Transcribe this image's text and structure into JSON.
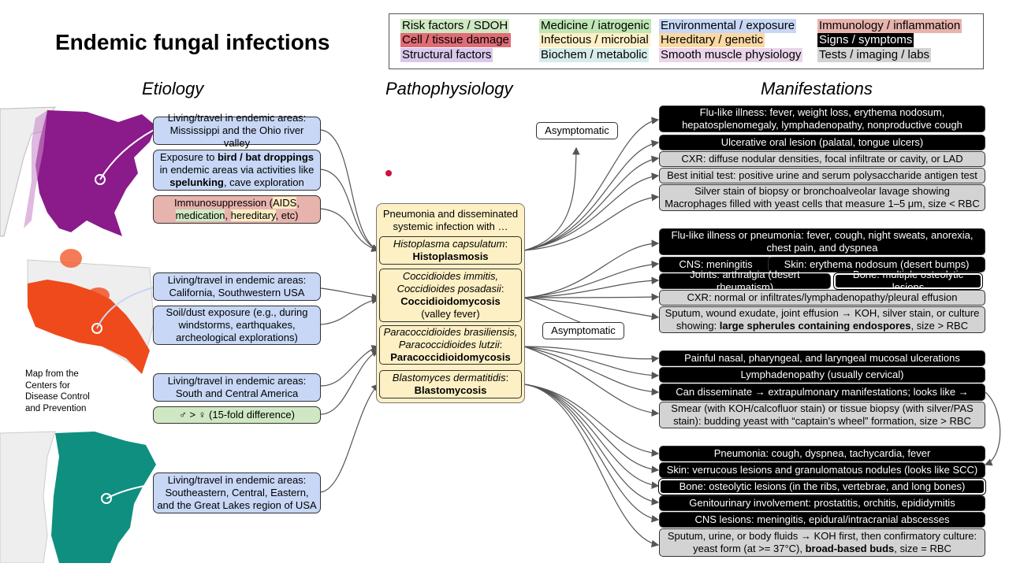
{
  "title": "Endemic fungal infections",
  "legend": {
    "risk": "Risk factors / SDOH",
    "cell": "Cell / tissue damage",
    "structural": "Structural factors",
    "medicine": "Medicine / iatrogenic",
    "infectious": "Infectious / microbial",
    "biochem": "Biochem / metabolic",
    "environmental": "Environmental / exposure",
    "hereditary": "Hereditary / genetic",
    "smooth": "Smooth muscle physiology",
    "immunology": "Immunology / inflammation",
    "signs": "Signs / symptoms",
    "tests": "Tests / imaging / labs",
    "colors": {
      "risk": "#cfe8c3",
      "cell": "#e06c75",
      "structural": "#d9c8ec",
      "medicine": "#bfe6b4",
      "environmental": "#c7d7f5",
      "hereditary": "#fbd9a3",
      "smooth": "#ead5e9",
      "immunology": "#e7b3ad",
      "signs": "#000000",
      "tests": "#d3d3d3"
    }
  },
  "headers": {
    "etiology": "Etiology",
    "patho": "Pathophysiology",
    "manifest": "Manifestations"
  },
  "caption": [
    "Map from the",
    "Centers for",
    "Disease Control",
    "and Prevention"
  ],
  "etiology": {
    "histo_1": [
      "Living/travel in endemic areas:",
      "Mississippi and the Ohio river valley"
    ],
    "histo_2a": "Exposure to ",
    "histo_2b": "bird / bat droppings",
    "histo_2c": "in endemic areas via activities like",
    "histo_2d": "spelunking",
    "histo_2e": ", cave exploration",
    "histo_3a": "Immunosuppression (",
    "histo_3b": "AIDS",
    "histo_3c": ",",
    "histo_3d": "medication",
    "histo_3e": ", ",
    "histo_3f": "hereditary",
    "histo_3g": ", etc)",
    "cocci_1": [
      "Living/travel in endemic areas:",
      "California, Southwestern USA"
    ],
    "cocci_2": [
      "Soil/dust exposure (e.g., during",
      "windstorms, earthquakes,",
      "archeological explorations)"
    ],
    "para_1": [
      "Living/travel in endemic areas:",
      "South and Central America"
    ],
    "para_2": "♂ > ♀ (15-fold difference)",
    "blasto_1": [
      "Living/travel in endemic areas:",
      "Southeastern, Central, Eastern,",
      "and the Great Lakes region of USA"
    ]
  },
  "patho": {
    "intro": [
      "Pneumonia and disseminated",
      "systemic infection with …"
    ],
    "histo_sp": "Histoplasma capsulatum",
    "histo_dz": "Histoplasmosis",
    "cocci_sp1": "Coccidioides immitis,",
    "cocci_sp2": "Coccidioides posadasii",
    "cocci_dz": "Coccidioidomycosis",
    "cocci_alt": "(valley fever)",
    "para_sp1": "Paracoccidioides brasiliensis,",
    "para_sp2": "Paracoccidioides lutzii",
    "para_dz": "Paracoccidioidomycosis",
    "blasto_sp": "Blastomyces dermatitidis",
    "blasto_dz": "Blastomycosis",
    "asymptomatic1": "Asymptomatic",
    "asymptomatic2": "Asymptomatic"
  },
  "manifest": {
    "h1": [
      "Flu-like illness: fever, weight loss, erythema nodosum,",
      "hepatosplenomegaly, lymphadenopathy, nonproductive cough"
    ],
    "h2": "Ulcerative oral lesion (palatal, tongue ulcers)",
    "h3": "CXR: diffuse nodular densities, focal infiltrate or cavity, or LAD",
    "h4": "Best initial test: positive urine and serum polysaccharide antigen test",
    "h5": [
      "Silver stain of biopsy or bronchoalveolar lavage showing",
      "Macrophages filled with yeast cells that measure 1–5 μm, size < RBC"
    ],
    "c1": [
      "Flu-like illness or pneumonia: fever, cough, night sweats, anorexia,",
      "chest pain, and dyspnea"
    ],
    "c2a": "CNS: meningitis",
    "c2b": "Skin: erythema nodosum (desert bumps)",
    "c3a": "Joints: arthralgia (desert rheumatism)",
    "c3b": "Bone: multiple osteolytic lesions",
    "c4": "CXR: normal or infiltrates/lymphadenopathy/pleural effusion",
    "c5a": "Sputum, wound exudate, joint effusion → KOH, silver stain, or culture",
    "c5b": "showing: ",
    "c5c": "large spherules containing endospores",
    "c5d": ", size > RBC",
    "p1": "Painful nasal, pharyngeal, and laryngeal mucosal ulcerations",
    "p2": "Lymphadenopathy (usually cervical)",
    "p3": "Can disseminate → extrapulmonary manifestations; looks like →",
    "p4": [
      "Smear (with KOH/calcofluor stain) or tissue biopsy (with silver/PAS",
      "stain): budding yeast with “captain's wheel” formation, size > RBC"
    ],
    "b1": "Pneumonia: cough, dyspnea, tachycardia, fever",
    "b2": "Skin: verrucous lesions and granulomatous nodules (looks like SCC)",
    "b3": "Bone: osteolytic lesions (in the ribs, vertebrae, and long bones)",
    "b4": "Genitourinary involvement: prostatitis, orchitis, epididymitis",
    "b5": "CNS lesions: meningitis, epidural/intracranial abscesses",
    "b6a": "Sputum, urine, or body fluids → KOH first, then confirmatory culture:",
    "b6b": "yeast form (at >= 37°C), ",
    "b6c": "broad-based buds",
    "b6d": ", size = RBC"
  }
}
